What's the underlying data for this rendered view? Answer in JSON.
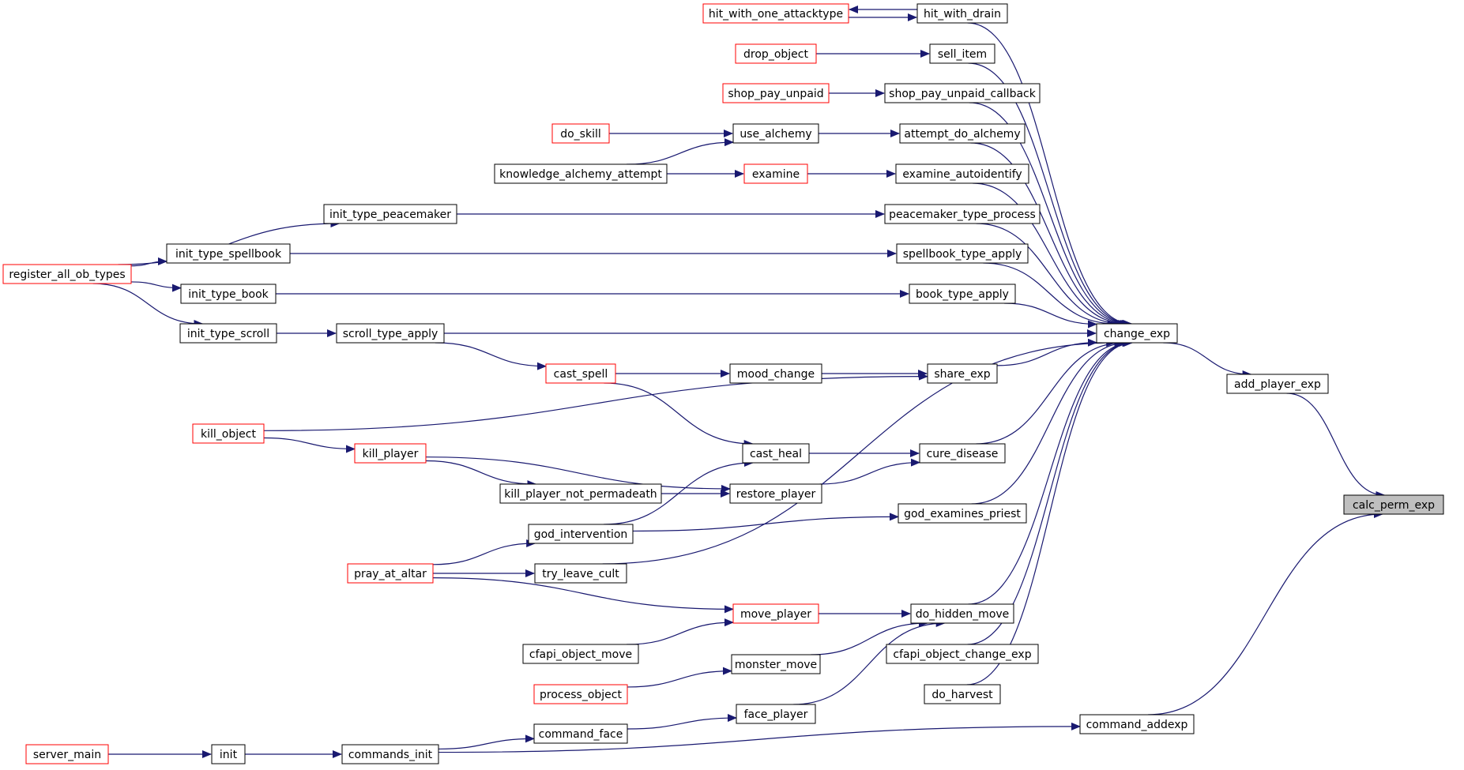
{
  "colors": {
    "edge": "#191970",
    "border_normal": "#000000",
    "border_truncated": "#ff0000",
    "fill_normal": "#ffffff",
    "fill_focus": "#bfbfbf"
  },
  "graph": {
    "focus": "calc_perm_exp",
    "nodes": [
      {
        "id": "calc_perm_exp",
        "label": "calc_perm_exp",
        "style": "focus"
      },
      {
        "id": "add_player_exp",
        "label": "add_player_exp",
        "style": "normal"
      },
      {
        "id": "change_exp",
        "label": "change_exp",
        "style": "normal"
      },
      {
        "id": "command_addexp",
        "label": "command_addexp",
        "style": "normal"
      },
      {
        "id": "hit_with_drain",
        "label": "hit_with_drain",
        "style": "normal"
      },
      {
        "id": "hit_with_one_attacktype",
        "label": "hit_with_one_attacktype",
        "style": "truncated"
      },
      {
        "id": "sell_item",
        "label": "sell_item",
        "style": "normal"
      },
      {
        "id": "drop_object",
        "label": "drop_object",
        "style": "truncated"
      },
      {
        "id": "shop_pay_unpaid_callback",
        "label": "shop_pay_unpaid_callback",
        "style": "normal"
      },
      {
        "id": "shop_pay_unpaid",
        "label": "shop_pay_unpaid",
        "style": "truncated"
      },
      {
        "id": "attempt_do_alchemy",
        "label": "attempt_do_alchemy",
        "style": "normal"
      },
      {
        "id": "use_alchemy",
        "label": "use_alchemy",
        "style": "normal"
      },
      {
        "id": "do_skill",
        "label": "do_skill",
        "style": "truncated"
      },
      {
        "id": "knowledge_alchemy_attempt",
        "label": "knowledge_alchemy_attempt",
        "style": "normal"
      },
      {
        "id": "examine_autoidentify",
        "label": "examine_autoidentify",
        "style": "normal"
      },
      {
        "id": "examine",
        "label": "examine",
        "style": "truncated"
      },
      {
        "id": "peacemaker_type_process",
        "label": "peacemaker_type_process",
        "style": "normal"
      },
      {
        "id": "init_type_peacemaker",
        "label": "init_type_peacemaker",
        "style": "normal"
      },
      {
        "id": "register_all_ob_types",
        "label": "register_all_ob_types",
        "style": "truncated"
      },
      {
        "id": "spellbook_type_apply",
        "label": "spellbook_type_apply",
        "style": "normal"
      },
      {
        "id": "init_type_spellbook",
        "label": "init_type_spellbook",
        "style": "normal"
      },
      {
        "id": "book_type_apply",
        "label": "book_type_apply",
        "style": "normal"
      },
      {
        "id": "init_type_book",
        "label": "init_type_book",
        "style": "normal"
      },
      {
        "id": "scroll_type_apply",
        "label": "scroll_type_apply",
        "style": "normal"
      },
      {
        "id": "init_type_scroll",
        "label": "init_type_scroll",
        "style": "normal"
      },
      {
        "id": "share_exp",
        "label": "share_exp",
        "style": "normal"
      },
      {
        "id": "mood_change",
        "label": "mood_change",
        "style": "normal"
      },
      {
        "id": "cast_spell",
        "label": "cast_spell",
        "style": "truncated"
      },
      {
        "id": "kill_object",
        "label": "kill_object",
        "style": "truncated"
      },
      {
        "id": "cure_disease",
        "label": "cure_disease",
        "style": "normal"
      },
      {
        "id": "cast_heal",
        "label": "cast_heal",
        "style": "normal"
      },
      {
        "id": "restore_player",
        "label": "restore_player",
        "style": "normal"
      },
      {
        "id": "kill_player",
        "label": "kill_player",
        "style": "truncated"
      },
      {
        "id": "kill_player_not_permadeath",
        "label": "kill_player_not_permadeath",
        "style": "normal"
      },
      {
        "id": "god_examines_priest",
        "label": "god_examines_priest",
        "style": "normal"
      },
      {
        "id": "god_intervention",
        "label": "god_intervention",
        "style": "normal"
      },
      {
        "id": "pray_at_altar",
        "label": "pray_at_altar",
        "style": "truncated"
      },
      {
        "id": "try_leave_cult",
        "label": "try_leave_cult",
        "style": "normal"
      },
      {
        "id": "do_hidden_move",
        "label": "do_hidden_move",
        "style": "normal"
      },
      {
        "id": "move_player",
        "label": "move_player",
        "style": "truncated"
      },
      {
        "id": "cfapi_object_move",
        "label": "cfapi_object_move",
        "style": "normal"
      },
      {
        "id": "monster_move",
        "label": "monster_move",
        "style": "normal"
      },
      {
        "id": "process_object",
        "label": "process_object",
        "style": "truncated"
      },
      {
        "id": "face_player",
        "label": "face_player",
        "style": "normal"
      },
      {
        "id": "command_face",
        "label": "command_face",
        "style": "normal"
      },
      {
        "id": "commands_init",
        "label": "commands_init",
        "style": "normal"
      },
      {
        "id": "init",
        "label": "init",
        "style": "normal"
      },
      {
        "id": "server_main",
        "label": "server_main",
        "style": "truncated"
      },
      {
        "id": "cfapi_object_change_exp",
        "label": "cfapi_object_change_exp",
        "style": "normal"
      },
      {
        "id": "do_harvest",
        "label": "do_harvest",
        "style": "normal"
      }
    ],
    "edges": [
      {
        "from": "add_player_exp",
        "to": "calc_perm_exp"
      },
      {
        "from": "command_addexp",
        "to": "calc_perm_exp"
      },
      {
        "from": "change_exp",
        "to": "add_player_exp"
      },
      {
        "from": "hit_with_drain",
        "to": "change_exp"
      },
      {
        "from": "hit_with_drain",
        "to": "hit_with_one_attacktype"
      },
      {
        "from": "hit_with_one_attacktype",
        "to": "hit_with_drain"
      },
      {
        "from": "sell_item",
        "to": "change_exp"
      },
      {
        "from": "drop_object",
        "to": "sell_item"
      },
      {
        "from": "shop_pay_unpaid_callback",
        "to": "change_exp"
      },
      {
        "from": "shop_pay_unpaid",
        "to": "shop_pay_unpaid_callback"
      },
      {
        "from": "attempt_do_alchemy",
        "to": "change_exp"
      },
      {
        "from": "use_alchemy",
        "to": "attempt_do_alchemy"
      },
      {
        "from": "do_skill",
        "to": "use_alchemy"
      },
      {
        "from": "knowledge_alchemy_attempt",
        "to": "use_alchemy"
      },
      {
        "from": "examine_autoidentify",
        "to": "change_exp"
      },
      {
        "from": "examine",
        "to": "examine_autoidentify"
      },
      {
        "from": "knowledge_alchemy_attempt",
        "to": "examine"
      },
      {
        "from": "peacemaker_type_process",
        "to": "change_exp"
      },
      {
        "from": "init_type_peacemaker",
        "to": "peacemaker_type_process"
      },
      {
        "from": "register_all_ob_types",
        "to": "init_type_peacemaker"
      },
      {
        "from": "spellbook_type_apply",
        "to": "change_exp"
      },
      {
        "from": "init_type_spellbook",
        "to": "spellbook_type_apply"
      },
      {
        "from": "register_all_ob_types",
        "to": "init_type_spellbook"
      },
      {
        "from": "book_type_apply",
        "to": "change_exp"
      },
      {
        "from": "init_type_book",
        "to": "book_type_apply"
      },
      {
        "from": "register_all_ob_types",
        "to": "init_type_book"
      },
      {
        "from": "scroll_type_apply",
        "to": "change_exp"
      },
      {
        "from": "init_type_scroll",
        "to": "scroll_type_apply"
      },
      {
        "from": "register_all_ob_types",
        "to": "init_type_scroll"
      },
      {
        "from": "share_exp",
        "to": "change_exp"
      },
      {
        "from": "mood_change",
        "to": "share_exp"
      },
      {
        "from": "cast_spell",
        "to": "mood_change"
      },
      {
        "from": "scroll_type_apply",
        "to": "cast_spell"
      },
      {
        "from": "kill_object",
        "to": "share_exp"
      },
      {
        "from": "cure_disease",
        "to": "change_exp"
      },
      {
        "from": "cast_heal",
        "to": "cure_disease"
      },
      {
        "from": "cast_spell",
        "to": "cast_heal"
      },
      {
        "from": "god_intervention",
        "to": "cast_heal"
      },
      {
        "from": "restore_player",
        "to": "cure_disease"
      },
      {
        "from": "kill_player",
        "to": "restore_player"
      },
      {
        "from": "kill_player_not_permadeath",
        "to": "restore_player"
      },
      {
        "from": "kill_player",
        "to": "kill_player_not_permadeath"
      },
      {
        "from": "kill_object",
        "to": "kill_player"
      },
      {
        "from": "god_examines_priest",
        "to": "change_exp"
      },
      {
        "from": "god_intervention",
        "to": "god_examines_priest"
      },
      {
        "from": "pray_at_altar",
        "to": "god_intervention"
      },
      {
        "from": "try_leave_cult",
        "to": "change_exp"
      },
      {
        "from": "pray_at_altar",
        "to": "try_leave_cult"
      },
      {
        "from": "do_hidden_move",
        "to": "change_exp"
      },
      {
        "from": "move_player",
        "to": "do_hidden_move"
      },
      {
        "from": "pray_at_altar",
        "to": "move_player"
      },
      {
        "from": "cfapi_object_move",
        "to": "move_player"
      },
      {
        "from": "monster_move",
        "to": "do_hidden_move"
      },
      {
        "from": "process_object",
        "to": "monster_move"
      },
      {
        "from": "face_player",
        "to": "do_hidden_move"
      },
      {
        "from": "command_face",
        "to": "face_player"
      },
      {
        "from": "commands_init",
        "to": "command_face"
      },
      {
        "from": "commands_init",
        "to": "command_addexp"
      },
      {
        "from": "init",
        "to": "commands_init"
      },
      {
        "from": "server_main",
        "to": "init"
      },
      {
        "from": "cfapi_object_change_exp",
        "to": "change_exp"
      },
      {
        "from": "do_harvest",
        "to": "change_exp"
      }
    ]
  }
}
